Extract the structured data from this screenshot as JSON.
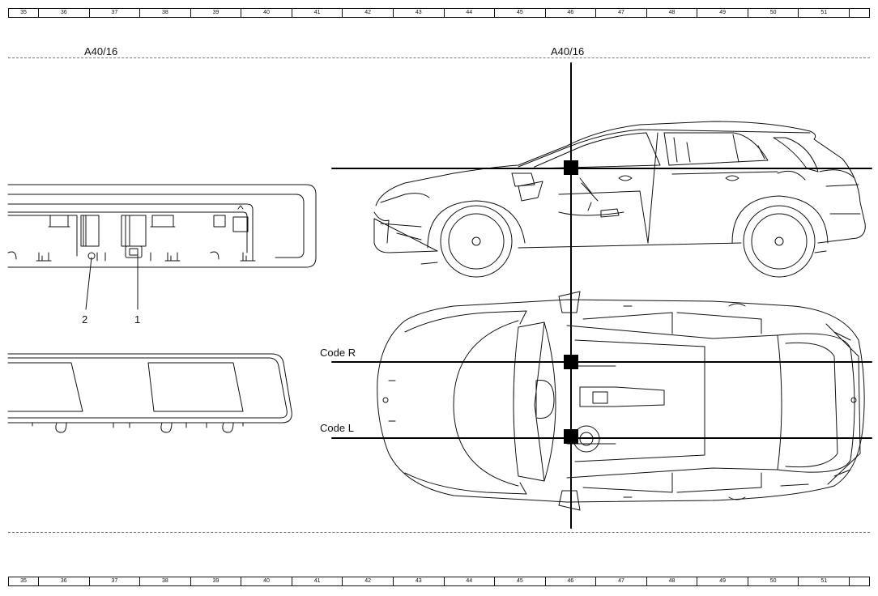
{
  "ruler": {
    "top": [
      "35",
      "36",
      "37",
      "38",
      "39",
      "40",
      "41",
      "42",
      "43",
      "44",
      "45",
      "46",
      "47",
      "48",
      "49",
      "50",
      "51",
      ""
    ],
    "bottom": [
      "35",
      "36",
      "37",
      "38",
      "39",
      "40",
      "41",
      "42",
      "43",
      "44",
      "45",
      "46",
      "47",
      "48",
      "49",
      "50",
      "51",
      ""
    ]
  },
  "labels": {
    "component_left": "A40/16",
    "component_right": "A40/16",
    "callout_1": "1",
    "callout_2": "2",
    "code_r": "Code R",
    "code_l": "Code L"
  },
  "colors": {
    "line": "#111111",
    "dash": "#777777",
    "marker": "#000000"
  }
}
